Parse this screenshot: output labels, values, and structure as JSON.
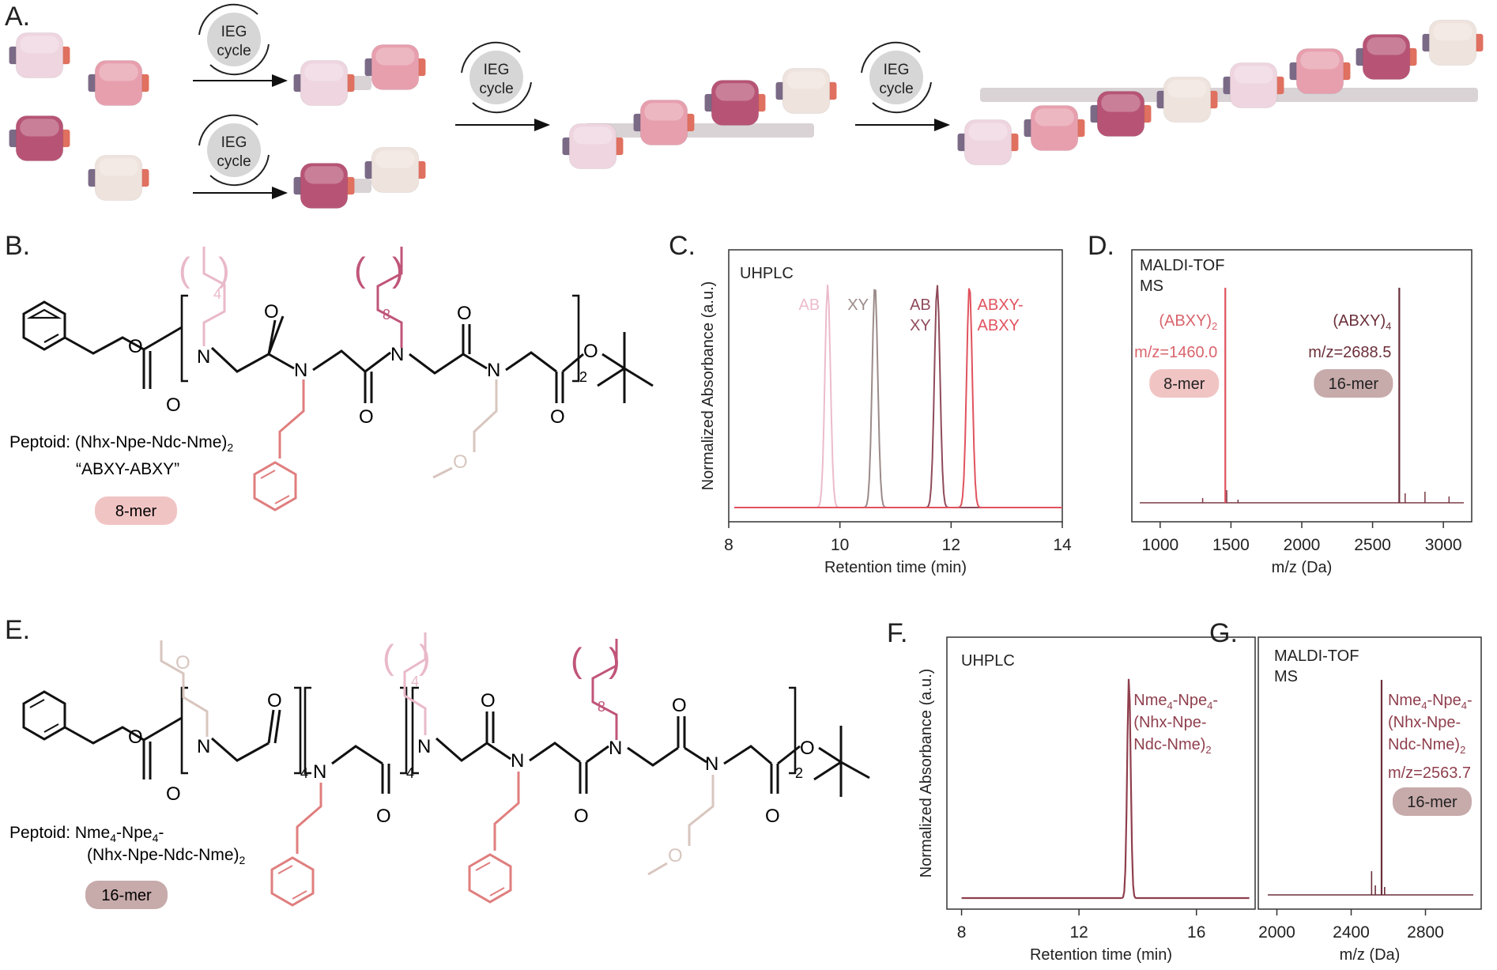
{
  "panel_letters": {
    "A": "A.",
    "B": "B.",
    "C": "C.",
    "D": "D.",
    "E": "E.",
    "F": "F.",
    "G": "G."
  },
  "panel_a": {
    "cycle_label_line1": "IEG",
    "cycle_label_line2": "cycle",
    "block_colors": {
      "A": "#eed5df",
      "B": "#e79fae",
      "X": "#b75476",
      "Y": "#efe3dd"
    }
  },
  "panel_b": {
    "subscript_4": "4",
    "subscript_8": "8",
    "repeat_subscript": "2",
    "peptoid_label": "Peptoid: (Nhx-Npe-Ndc-Nme)",
    "peptoid_sub": "2",
    "nickname": "“ABXY-ABXY”",
    "badge": "8-mer",
    "badge_color": "#f1c4c4"
  },
  "panel_e": {
    "peptoid_line1_a": "Peptoid: Nme",
    "peptoid_line1_s1": "4",
    "peptoid_line1_b": "-Npe",
    "peptoid_line1_s2": "4",
    "peptoid_line1_c": "-",
    "peptoid_line2": "(Nhx-Npe-Ndc-Nme)",
    "peptoid_line2_sub": "2",
    "badge": "16-mer",
    "badge_color": "#c7aaaa",
    "repeat_sub_4a": "4",
    "repeat_sub_4b": "4",
    "repeat_sub_2": "2",
    "chain_sub_4": "4",
    "chain_sub_8": "8"
  },
  "chart_data": [
    {
      "id": "C",
      "type": "line",
      "inner_label": "UHPLC",
      "xlabel": "Retention time (min)",
      "ylabel": "Normalized Absorbance (a.u.)",
      "xlim": [
        8,
        14
      ],
      "xticks": [
        8,
        10,
        12,
        14
      ],
      "series": [
        {
          "name": "AB",
          "color": "#ecbccb",
          "peak_x": 9.78,
          "peak_width": 0.05
        },
        {
          "name": "XY",
          "color": "#9b8b89",
          "peak_x": 10.63,
          "peak_width": 0.05
        },
        {
          "name": "AB XY",
          "color": "#8f4b5a",
          "peak_x": 11.75,
          "peak_width": 0.05
        },
        {
          "name": "ABXY-ABXY",
          "color": "#e0535e",
          "peak_x": 12.33,
          "peak_width": 0.05
        }
      ],
      "annotations": [
        {
          "lines": [
            "AB"
          ],
          "color": "#ecbccb"
        },
        {
          "lines": [
            "XY"
          ],
          "color": "#9b8b89"
        },
        {
          "lines": [
            "AB",
            "XY"
          ],
          "color": "#8f4b5a"
        },
        {
          "lines": [
            "ABXY-",
            "ABXY"
          ],
          "color": "#e0535e"
        }
      ]
    },
    {
      "id": "D",
      "type": "line",
      "inner_label_line1": "MALDI-TOF",
      "inner_label_line2": "MS",
      "xlabel": "m/z (Da)",
      "xlim": [
        800,
        3200
      ],
      "xticks": [
        1000,
        1500,
        2000,
        2500,
        3000
      ],
      "series": [
        {
          "name": "(ABXY)2",
          "color": "#e0535e",
          "peak_x": 1460.0,
          "peak_height": 1.0
        },
        {
          "name": "(ABXY)4",
          "color": "#6b2f3a",
          "peak_x": 2688.5,
          "peak_height": 1.0
        }
      ],
      "annotations": [
        {
          "base": "(ABXY)",
          "sub": "2",
          "mz": "m/z=1460.0",
          "badge": "8-mer",
          "color": "#d9646c",
          "badge_color": "#f1c4c4"
        },
        {
          "base": "(ABXY)",
          "sub": "4",
          "mz": "m/z=2688.5",
          "badge": "16-mer",
          "color": "#6b2f3a",
          "badge_color": "#c7aaaa"
        }
      ]
    },
    {
      "id": "F",
      "type": "line",
      "inner_label": "UHPLC",
      "xlabel": "Retention time (min)",
      "ylabel": "Normalized Absorbance (a.u.)",
      "xlim": [
        7.5,
        18
      ],
      "xticks": [
        8,
        12,
        16
      ],
      "series": [
        {
          "name": "Nme4-Npe4-(Nhx-Npe-Ndc-Nme)2",
          "color": "#8f3f4d",
          "peak_x": 13.7,
          "peak_width": 0.06
        }
      ],
      "annotation": {
        "l1a": "Nme",
        "l1s1": "4",
        "l1b": "-Npe",
        "l1s2": "4",
        "l1c": "-",
        "l2": "(Nhx-Npe-",
        "l3": "Ndc-Nme)",
        "l3s": "2",
        "color": "#8f3f4d"
      }
    },
    {
      "id": "G",
      "type": "line",
      "inner_label_line1": "MALDI-TOF",
      "inner_label_line2": "MS",
      "xlabel": "m/z (Da)",
      "xlim": [
        1900,
        3100
      ],
      "xticks": [
        2000,
        2400,
        2800
      ],
      "series": [
        {
          "name": "Nme4-Npe4-(Nhx-Npe-Ndc-Nme)2",
          "color": "#6b2f3a",
          "peak_x": 2563.7,
          "peak_height": 1.0
        }
      ],
      "annotation": {
        "l1a": "Nme",
        "l1s1": "4",
        "l1b": "-Npe",
        "l1s2": "4",
        "l1c": "-",
        "l2": "(Nhx-Npe-",
        "l3": "Ndc-Nme)",
        "l3s": "2",
        "mz": "m/z=2563.7",
        "badge": "16-mer",
        "color": "#8f3f4d",
        "badge_color": "#c7aaaa"
      }
    }
  ]
}
